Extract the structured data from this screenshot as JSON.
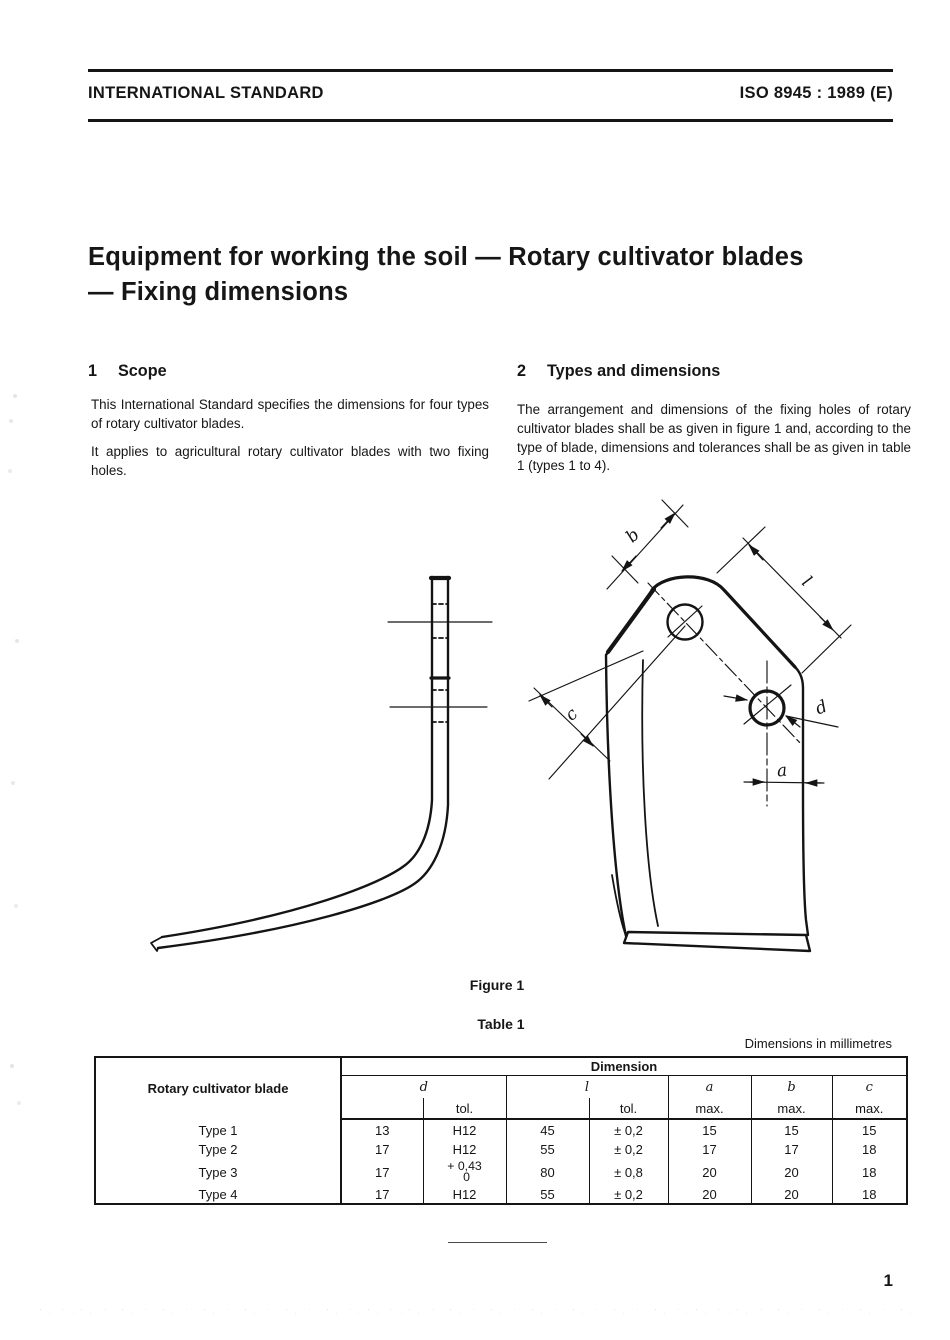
{
  "header": {
    "left": "INTERNATIONAL STANDARD",
    "right": "ISO 8945 : 1989 (E)"
  },
  "title": "Equipment for working the soil — Rotary cultivator blades — Fixing dimensions",
  "sections": {
    "scope": {
      "number": "1",
      "heading": "Scope",
      "para1": "This International Standard specifies the dimensions for four types of rotary cultivator blades.",
      "para2": "It applies to agricultural rotary cultivator blades with two fixing holes."
    },
    "types": {
      "number": "2",
      "heading": "Types and dimensions",
      "para1": "The arrangement and dimensions of the fixing holes of rotary cultivator blades shall be as given in figure 1 and, according to the type of blade, dimensions and tolerances shall be as given in table 1 (types 1 to 4)."
    }
  },
  "figure": {
    "caption": "Figure 1",
    "labels": {
      "a": "a",
      "b": "b",
      "c": "c",
      "d": "d",
      "l": "l"
    }
  },
  "table": {
    "caption": "Table 1",
    "units_note": "Dimensions in millimetres",
    "row_header": "Rotary cultivator blade",
    "col_group_header": "Dimension",
    "symbols": {
      "d": "d",
      "l": "l",
      "a": "a",
      "b": "b",
      "c": "c"
    },
    "sub_headers": {
      "tol": "tol.",
      "max": "max."
    },
    "rows": [
      {
        "type": "Type 1",
        "d": "13",
        "d_tol": "H12",
        "l": "45",
        "l_tol": "± 0,2",
        "a": "15",
        "b": "15",
        "c": "15"
      },
      {
        "type": "Type 2",
        "d": "17",
        "d_tol": "H12",
        "l": "55",
        "l_tol": "± 0,2",
        "a": "17",
        "b": "17",
        "c": "18"
      },
      {
        "type": "Type 3",
        "d": "17",
        "d_tol_top": "+ 0,43",
        "d_tol_bottom": "0",
        "l": "80",
        "l_tol": "± 0,8",
        "a": "20",
        "b": "20",
        "c": "18"
      },
      {
        "type": "Type 4",
        "d": "17",
        "d_tol": "H12",
        "l": "55",
        "l_tol": "± 0,2",
        "a": "20",
        "b": "20",
        "c": "18"
      }
    ]
  },
  "footer": {
    "page_number": "1"
  }
}
